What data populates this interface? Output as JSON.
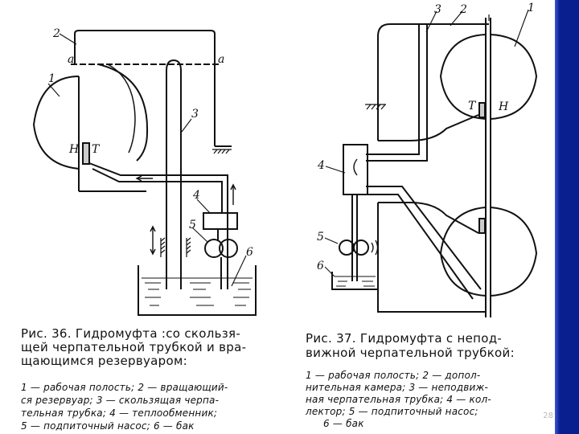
{
  "figure36": {
    "labels": {
      "l1": "1",
      "l2": "2",
      "l3": "3",
      "l4": "4",
      "l5": "5",
      "l6": "6",
      "la": "a",
      "lb": "a",
      "lN": "Н",
      "lT": "Т"
    },
    "caption_title": [
      "Рис. 36. Гидромуфта :со скользя-",
      "щей черпательной трубкой и вра-",
      "щающимся резервуаром:"
    ],
    "caption_body": [
      "1 — рабочая полость; 2 — вращающий-",
      "ся резервуар; 3 — скользящая черпа-",
      "тельная трубка; 4 — теплообменник;",
      "5 — подпиточный насос; 6 — бак"
    ]
  },
  "figure37": {
    "labels": {
      "l1": "1",
      "l2": "2",
      "l3": "3",
      "l4": "4",
      "l5": "5",
      "l6": "6",
      "lN": "Н",
      "lT": "Т"
    },
    "caption_title": [
      "Рис. 37. Гидромуфта с непод-",
      "вижной черпательной трубкой:"
    ],
    "caption_body": [
      "1 — рабочая полость; 2 — допол-",
      "нительная камера; 3 — неподвиж-",
      "ная черпательная трубка; 4 — кол-",
      "лектор; 5 — подпиточный насос;",
      "6 — бак"
    ]
  },
  "page_number": "28",
  "colors": {
    "band": "#0a1f8f",
    "ink": "#111111"
  }
}
